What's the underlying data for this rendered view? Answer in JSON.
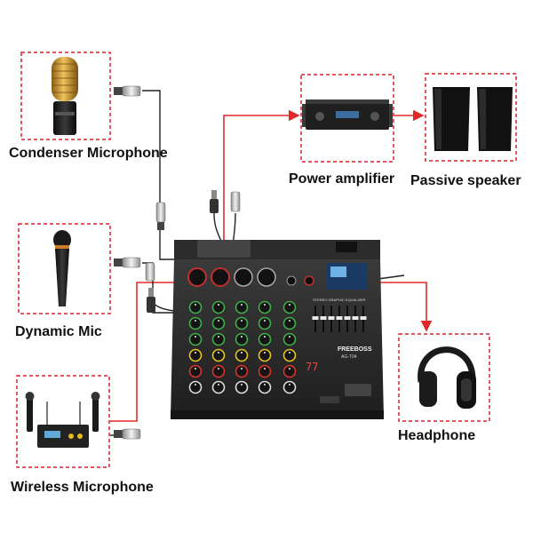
{
  "labels": {
    "condenser": "Condenser Microphone",
    "dynamic": "Dynamic Mic",
    "wireless": "Wireless Microphone",
    "amplifier": "Power amplifier",
    "speaker": "Passive speaker",
    "headphone": "Headphone"
  },
  "mixer": {
    "brand": "FREEBOSS",
    "model": "AG-T04",
    "eq_title": "STEREO GRAPHIC EQUALIZER",
    "display_digits": "77"
  },
  "colors": {
    "frame_dash": "#d9242b",
    "cable": "#e02a2a",
    "mixer_body": "#2b2b2b",
    "knob_green": "#3fae49",
    "knob_yellow": "#e8c21c",
    "knob_red": "#d9332b",
    "mic_gold": "#c9962a"
  },
  "icons": [
    "condenser-mic-icon",
    "dynamic-mic-icon",
    "wireless-mic-receiver-icon",
    "power-amplifier-icon",
    "passive-speaker-icon",
    "headphone-icon",
    "mixer-icon",
    "xlr-plug-icon",
    "jack-plug-icon"
  ]
}
